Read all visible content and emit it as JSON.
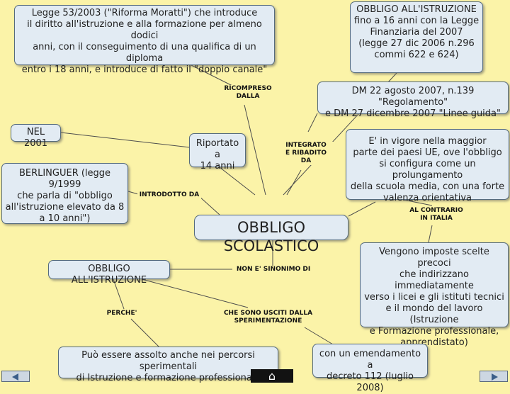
{
  "colors": {
    "background": "#fbf3a8",
    "node_fill": "#e2ebf3",
    "node_border": "#556b7d",
    "line": "#4d4d4d"
  },
  "nodes": {
    "legge_53": "Legge 53/2003 (\"Riforma Moratti\") che introduce\nil diritto all'istruzione e alla formazione per almeno dodici\nanni, con il conseguimento di una qualifica di un diploma\nentro i 18 anni, e introduce di fatto il \"doppio canale\"",
    "obbligo_istruzione_top": "OBBLIGO ALL'ISTRUZIONE\nfino a 16 anni con la Legge\nFinanziaria del 2007\n(legge 27 dic 2006 n.296\ncommi 622 e 624)",
    "dm_22_agosto": "DM 22 agosto 2007, n.139 \"Regolamento\"\ne DM 27 dicembre 2007 \"Linee guida\"",
    "nel_2001": "NEL 2001",
    "riportato_14": "Riportato a\n14 anni",
    "in_vigore_ue": "E' in vigore nella maggior\nparte dei paesi UE, ove l'obbligo\nsi configura come un prolungamento\ndella scuola media, con una forte\nvalenza orientativa",
    "berlinguer": "BERLINGUER (legge 9/1999\nche parla di \"obbligo\nall'istruzione elevato da 8\na 10 anni\")",
    "obbligo_scolastico": "OBBLIGO SCOLASTICO",
    "obbligo_istruzione_left": "OBBLIGO ALL'ISTRUZIONE",
    "vengono_imposte": "Vengono imposte scelte precoci\nche indirizzano immediatamente\nverso i licei e gli istituti tecnici\ne il mondo del lavoro (Istruzione\ne Formazione professionale,\napprendistato)",
    "puo_essere": "Può essere assolto anche nei percorsi sperimentali\ndi Istruzione e formazione professionale",
    "emendamento": "con un emendamento a\ndecreto 112 (luglio 2008)"
  },
  "links": {
    "ricompreso": "RICOMPRESO\nDALLA",
    "integrato": "INTEGRATO\nE RIBADITO\nDA",
    "introdotto": "INTRODOTTO DA",
    "al_contrario": "AL CONTRARIO\nIN ITALIA",
    "non_sinonimo": "NON E' SINONIMO DI",
    "perche": "PERCHE'",
    "che_sono": "CHE SONO USCITI DALLA\nSPERIMENTAZIONE"
  },
  "nav": {
    "home_icon": "home-icon",
    "prev_icon": "left-triangle-icon",
    "next_icon": "right-triangle-icon",
    "home_glyph": "⌂"
  }
}
